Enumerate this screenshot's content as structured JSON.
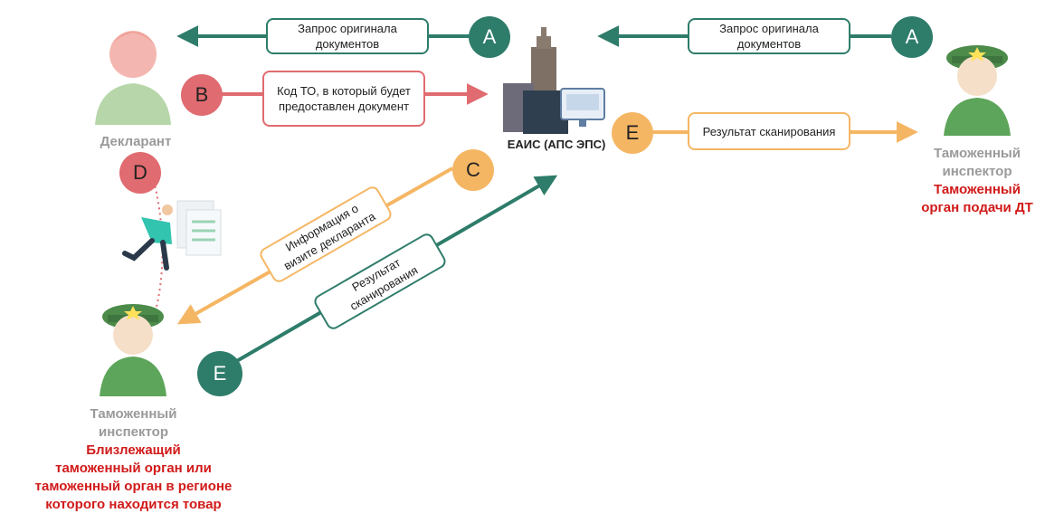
{
  "colors": {
    "teal": "#2e7c6a",
    "pink": "#e06b70",
    "orange": "#f5b664",
    "red": "#d11a1a",
    "gray": "#9a9a9a"
  },
  "markers": {
    "a": "A",
    "b": "B",
    "c": "C",
    "d": "D",
    "e": "E"
  },
  "labels": {
    "request_originals": "Запрос оригинала документов",
    "to_code": "Код ТО, в который будет предоставлен документ",
    "scan_result": "Результат сканирования",
    "visit_info": "Информация о визите декларанта"
  },
  "nodes": {
    "declarant": "Декларант",
    "eais": "ЕАИС (АПС ЭПС)",
    "inspector_role": "Таможенный инспектор",
    "org_dt": "Таможенный орган подачи ДТ",
    "org_near_1": "Близлежащий",
    "org_near_2": "таможенный орган или",
    "org_near_3": "таможенный орган в регионе",
    "org_near_4": "которого находится товар"
  }
}
